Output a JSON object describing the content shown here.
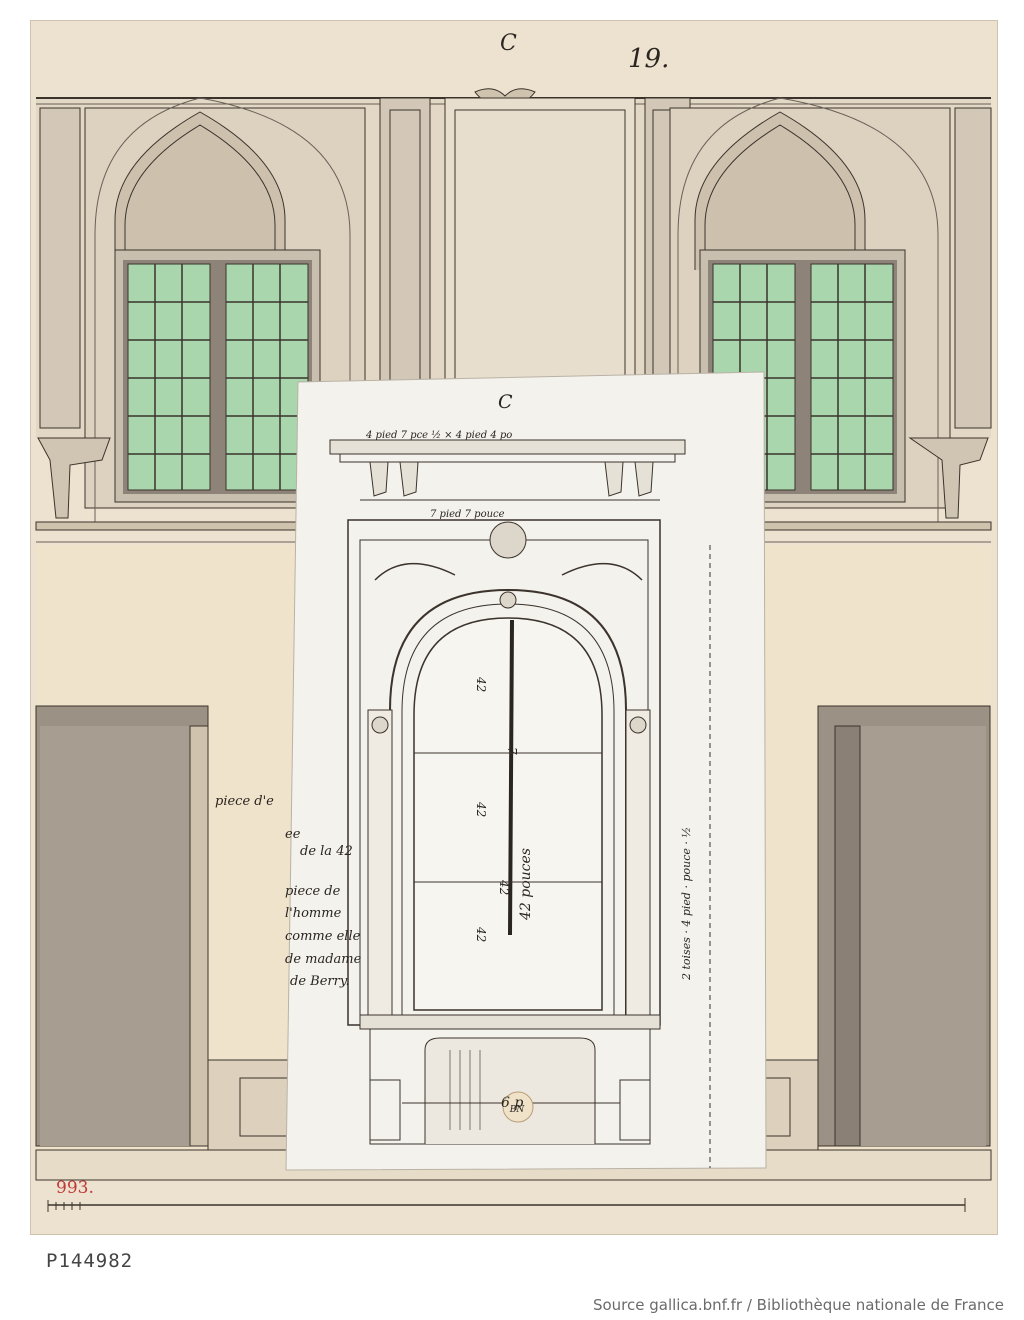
{
  "sheet": {
    "section_letter": "C",
    "page_number": "19.",
    "inventory_number": "993.",
    "colors": {
      "paper": "#ede2cf",
      "glass": "#a9d6ad",
      "wash": "#a79d91",
      "ink": "#3b332c",
      "flap": "#f4f2ec"
    }
  },
  "flap": {
    "section_letter": "C",
    "dim_cornice": "4 pied 7 pce ½ ×   4 pied  4 po",
    "dim_width": "7 pied     7 pouce",
    "dim_height": "2 toises  ·  4 pied  ·  pouce  ·  ½",
    "mirror_lengths": "42 pouces",
    "mirror_widths": [
      "42",
      "42",
      "42",
      "42"
    ],
    "mirror_heights": [
      "7",
      "42"
    ],
    "hearth": "6 p"
  },
  "margin_notes": [
    "piece d'e",
    "ee",
    "de la 42",
    "piece de",
    "l'homme",
    "comme elle",
    "de madame",
    "de Berry."
  ],
  "stamp": "BN",
  "mount": {
    "id": "P144982"
  },
  "footer": {
    "source": "Source gallica.bnf.fr / Bibliothèque nationale de France"
  }
}
